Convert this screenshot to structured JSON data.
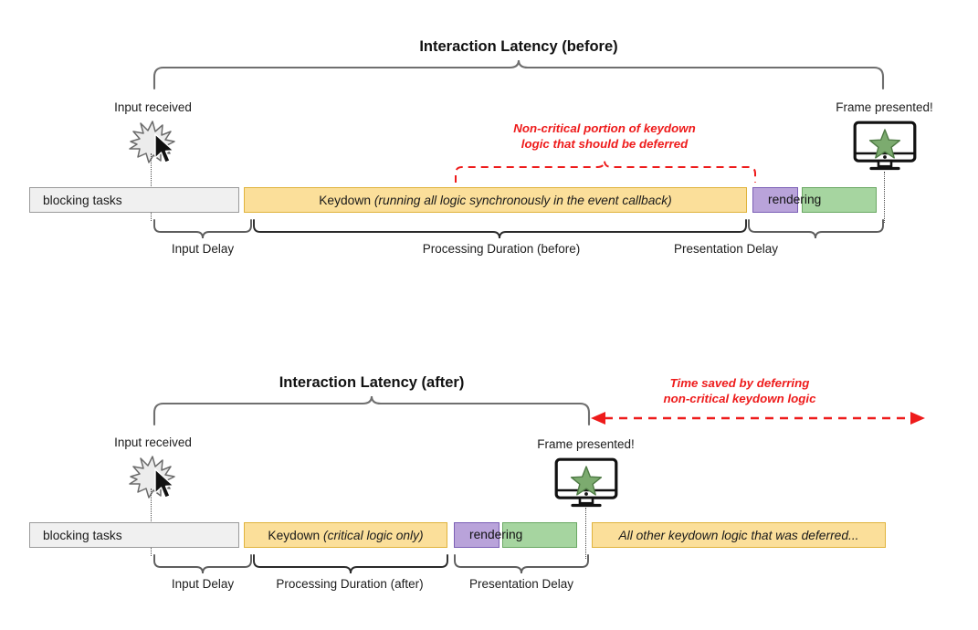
{
  "page": {
    "background": "#ffffff",
    "accent_red": "#ee1b1b",
    "yellow_fill": "#fbdf9a",
    "yellow_border": "#e0b33c",
    "purple_fill": "#b9a3da",
    "purple_border": "#7b5fb5",
    "green_fill": "#a6d5a0",
    "green_border": "#6aa863",
    "grey_fill": "#f0f0f0",
    "grey_border": "#9a9a9a"
  },
  "before": {
    "title": "Interaction Latency (before)",
    "input_label": "Input received",
    "frame_label": "Frame presented!",
    "red_note_line1": "Non-critical portion of keydown",
    "red_note_line2": "logic that should be deferred",
    "bars": {
      "blocking": "blocking tasks",
      "keydown_main": "Keydown ",
      "keydown_italic": "(running all logic synchronously in the event callback)",
      "rendering": "rendering"
    },
    "phases": [
      {
        "label": "Input Delay"
      },
      {
        "label": "Processing Duration (before)"
      },
      {
        "label": "Presentation Delay"
      }
    ]
  },
  "after": {
    "title": "Interaction Latency (after)",
    "input_label": "Input received",
    "frame_label": "Frame presented!",
    "red_note_line1": "Time saved by deferring",
    "red_note_line2": "non-critical keydown logic",
    "bars": {
      "blocking": "blocking tasks",
      "keydown_main": "Keydown ",
      "keydown_italic": "(critical logic only)",
      "rendering": "rendering",
      "deferred": "All other keydown logic that was deferred..."
    },
    "phases": [
      {
        "label": "Input Delay"
      },
      {
        "label": "Processing Duration (after)"
      },
      {
        "label": "Presentation Delay"
      }
    ]
  },
  "icons": {
    "spark": "spark-burst-icon",
    "cursor": "mouse-cursor-icon",
    "monitor": "monitor-icon",
    "star": "star-icon",
    "arrow": "double-arrow-icon"
  }
}
